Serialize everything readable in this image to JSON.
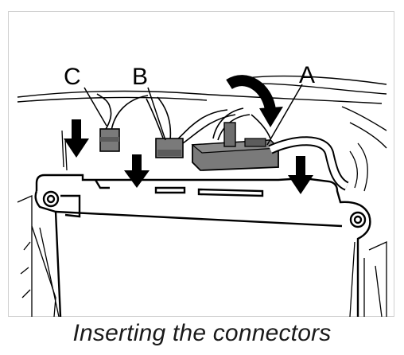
{
  "figure": {
    "labels": {
      "a": "A",
      "b": "B",
      "c": "C"
    },
    "caption": "Inserting the connectors"
  },
  "colors": {
    "line": "#000000",
    "connector_fill": "#7a7a7a",
    "connector_dark": "#5c5c5c",
    "background": "#ffffff"
  }
}
